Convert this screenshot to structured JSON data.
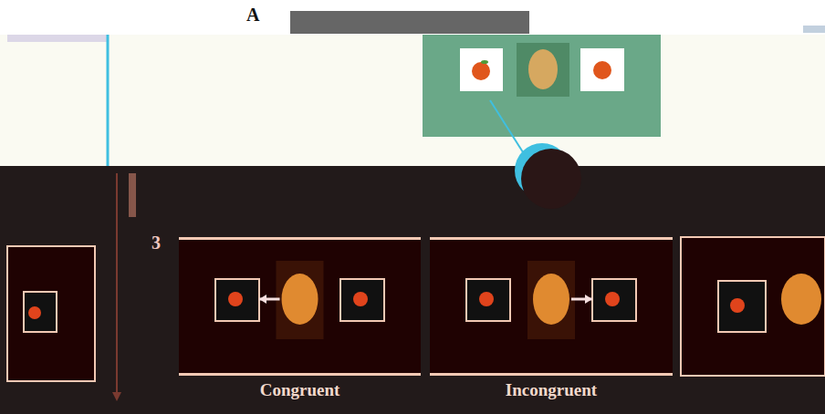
{
  "diagram": {
    "nodes": [
      {
        "text": [
          "Congruent"
        ]
      },
      {
        "text": [
          "Incongruent"
        ]
      }
    ],
    "labels": [
      "A",
      "3"
    ]
  }
}
